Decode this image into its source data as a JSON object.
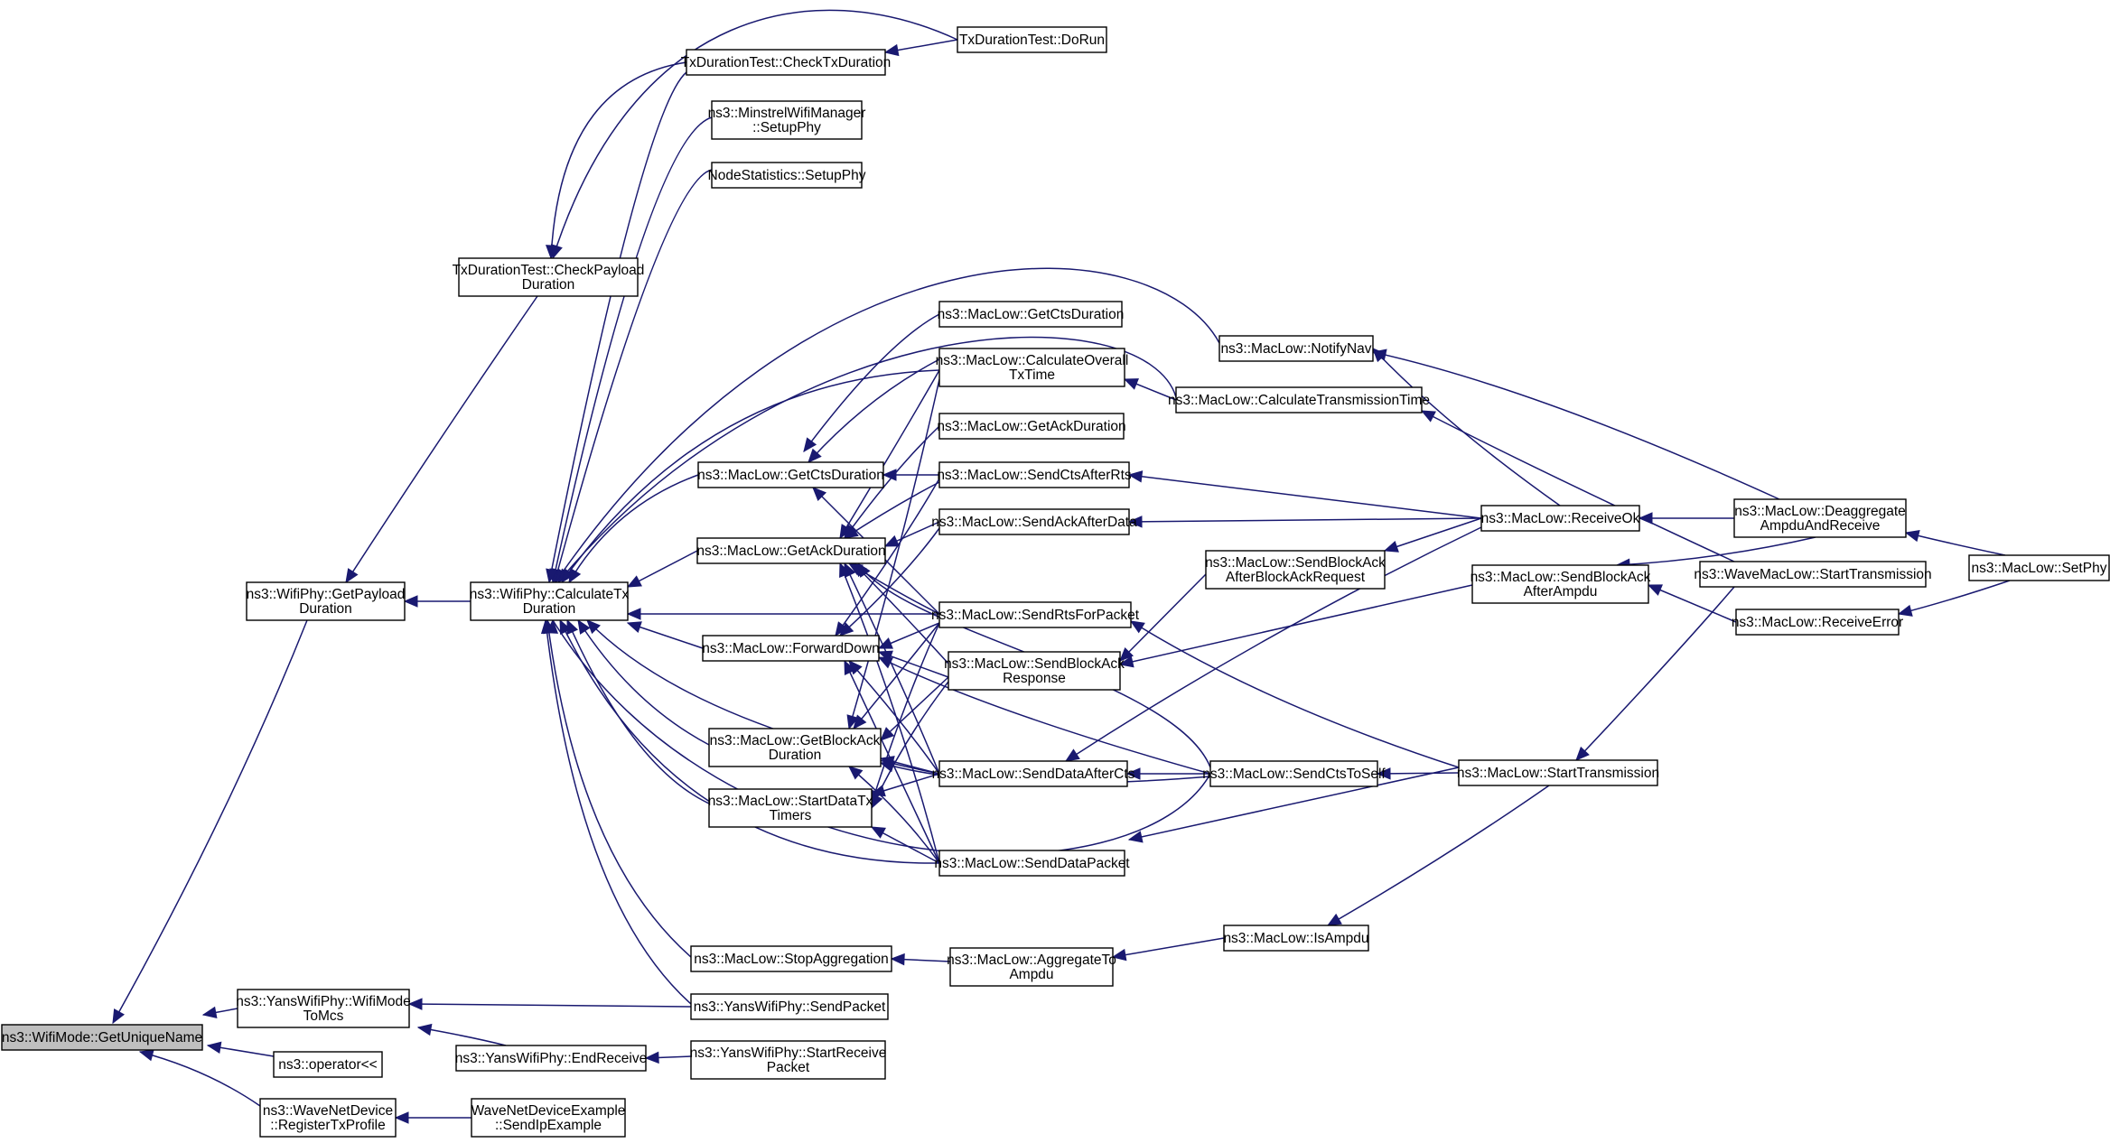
{
  "nodes": [
    {
      "id": "n0",
      "lines": [
        "ns3::WifiMode::GetUniqueName"
      ],
      "root": true
    },
    {
      "id": "n1",
      "lines": [
        "ns3::WifiPhy::GetPayload",
        "Duration"
      ]
    },
    {
      "id": "n2",
      "lines": [
        "ns3::YansWifiPhy::WifiMode",
        "ToMcs"
      ]
    },
    {
      "id": "n3",
      "lines": [
        "ns3::operator<<"
      ]
    },
    {
      "id": "n4",
      "lines": [
        "ns3::WaveNetDevice",
        "::RegisterTxProfile"
      ]
    },
    {
      "id": "n5",
      "lines": [
        "TxDurationTest::CheckPayload",
        "Duration"
      ]
    },
    {
      "id": "n6",
      "lines": [
        "ns3::WifiPhy::CalculateTx",
        "Duration"
      ]
    },
    {
      "id": "n7",
      "lines": [
        "TxDurationTest::CheckTxDuration"
      ]
    },
    {
      "id": "n8",
      "lines": [
        "TxDurationTest::DoRun"
      ]
    },
    {
      "id": "n9",
      "lines": [
        "ns3::MinstrelWifiManager",
        "::SetupPhy"
      ]
    },
    {
      "id": "n10",
      "lines": [
        "NodeStatistics::SetupPhy"
      ]
    },
    {
      "id": "n11",
      "lines": [
        "ns3::MacLow::GetCtsDuration"
      ]
    },
    {
      "id": "n12",
      "lines": [
        "ns3::MacLow::GetAckDuration"
      ]
    },
    {
      "id": "n13",
      "lines": [
        "ns3::MacLow::ForwardDown"
      ]
    },
    {
      "id": "n14",
      "lines": [
        "ns3::MacLow::GetBlockAck",
        "Duration"
      ]
    },
    {
      "id": "n15",
      "lines": [
        "ns3::MacLow::StartDataTx",
        "Timers"
      ]
    },
    {
      "id": "n16",
      "lines": [
        "ns3::MacLow::StopAggregation"
      ]
    },
    {
      "id": "n17",
      "lines": [
        "ns3::YansWifiPhy::SendPacket"
      ]
    },
    {
      "id": "n18",
      "lines": [
        "ns3::YansWifiPhy::EndReceive"
      ]
    },
    {
      "id": "n19",
      "lines": [
        "ns3::YansWifiPhy::StartReceive",
        "Packet"
      ]
    },
    {
      "id": "n20",
      "lines": [
        "WaveNetDeviceExample",
        "::SendIpExample"
      ]
    },
    {
      "id": "n21",
      "lines": [
        "ns3::MacLow::GetCtsDuration"
      ]
    },
    {
      "id": "n22",
      "lines": [
        "ns3::MacLow::CalculateOverall",
        "TxTime"
      ]
    },
    {
      "id": "n23",
      "lines": [
        "ns3::MacLow::GetAckDuration"
      ]
    },
    {
      "id": "n24",
      "lines": [
        "ns3::MacLow::SendCtsAfterRts"
      ]
    },
    {
      "id": "n25",
      "lines": [
        "ns3::MacLow::SendAckAfterData"
      ]
    },
    {
      "id": "n26",
      "lines": [
        "ns3::MacLow::SendRtsForPacket"
      ]
    },
    {
      "id": "n27",
      "lines": [
        "ns3::MacLow::SendBlockAck",
        "Response"
      ]
    },
    {
      "id": "n28",
      "lines": [
        "ns3::MacLow::SendDataAfterCts"
      ]
    },
    {
      "id": "n29",
      "lines": [
        "ns3::MacLow::SendDataPacket"
      ]
    },
    {
      "id": "n30",
      "lines": [
        "ns3::MacLow::AggregateTo",
        "Ampdu"
      ]
    },
    {
      "id": "n31",
      "lines": [
        "ns3::MacLow::NotifyNav"
      ]
    },
    {
      "id": "n32",
      "lines": [
        "ns3::MacLow::CalculateTransmissionTime"
      ]
    },
    {
      "id": "n33",
      "lines": [
        "ns3::MacLow::SendBlockAck",
        "AfterBlockAckRequest"
      ]
    },
    {
      "id": "n34",
      "lines": [
        "ns3::MacLow::SendCtsToSelf"
      ]
    },
    {
      "id": "n35",
      "lines": [
        "ns3::MacLow::IsAmpdu"
      ]
    },
    {
      "id": "n36",
      "lines": [
        "ns3::MacLow::ReceiveOk"
      ]
    },
    {
      "id": "n37",
      "lines": [
        "ns3::MacLow::SendBlockAck",
        "AfterAmpdu"
      ]
    },
    {
      "id": "n38",
      "lines": [
        "ns3::MacLow::StartTransmission"
      ]
    },
    {
      "id": "n39",
      "lines": [
        "ns3::MacLow::Deaggregate",
        "AmpduAndReceive"
      ]
    },
    {
      "id": "n40",
      "lines": [
        "ns3::WaveMacLow::StartTransmission"
      ]
    },
    {
      "id": "n41",
      "lines": [
        "ns3::MacLow::ReceiveError"
      ]
    },
    {
      "id": "n42",
      "lines": [
        "ns3::MacLow::SetPhy"
      ]
    }
  ]
}
